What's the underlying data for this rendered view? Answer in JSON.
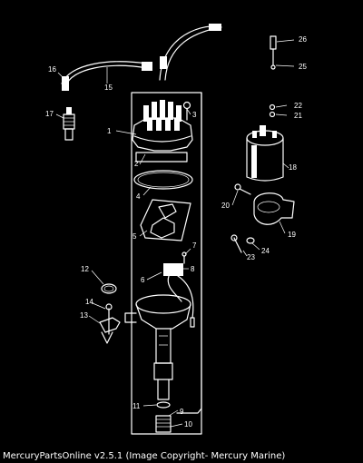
{
  "caption": "MercuryPartsOnline v2.5.1 (Image Copyright- Mercury Marine)",
  "callouts": {
    "c1": "1",
    "c2": "2",
    "c3": "3",
    "c4": "4",
    "c5": "5",
    "c6": "6",
    "c7": "7",
    "c8": "8",
    "c9": "9",
    "c10": "10",
    "c11": "11",
    "c12": "12",
    "c13": "13",
    "c14": "14",
    "c15a": "15",
    "c15b": "15",
    "c16": "16",
    "c17": "17",
    "c18": "18",
    "c19": "19",
    "c20": "20",
    "c21": "21",
    "c22": "22",
    "c23": "23",
    "c24": "24",
    "c25": "25",
    "c26": "26"
  },
  "colors": {
    "background": "#000000",
    "line_art": "#ffffff"
  }
}
